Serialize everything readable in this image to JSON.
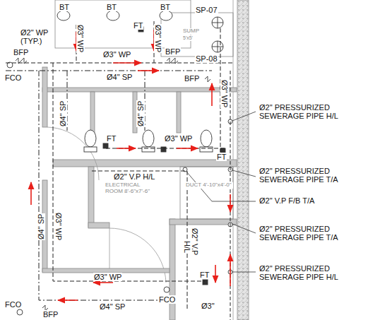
{
  "diagram": {
    "labels": [
      "BT",
      "BT",
      "FT",
      "BT",
      "Ø2\" WP (TYP.)",
      "Ø3\" WP",
      "Ø3\" WP",
      "SP-07",
      "SP-08",
      "SUMP",
      "5'x5'",
      "BFP",
      "FCO",
      "Ø3\" WP",
      "BFP",
      "Ø4\" SP",
      "BFP",
      "Ø4\" SP",
      "Ø4\" SP",
      "Ø3\" WP",
      "FT",
      "Ø3\" WP",
      "FT",
      "Ø2\" PRESSURIZED SEWERAGE PIPE H/L",
      "Ø2\" V.P H/L",
      "Ø2\" PRESSURIZED SEWERAGE PIPE T/A",
      "Ø2\" V.P F/B T/A",
      "ELECTRICAL ROOM 8'-6\"x7'-6\"",
      "DUCT 4'-10\"x4'-0\"",
      "Ø3\" WP",
      "Ø4\" SP",
      "Ø2\" PRESSURIZED SEWERAGE PIPE T/A",
      "Ø2\" V.P",
      "H/L",
      "Ø2\" PRESSURIZED SEWERAGE PIPE H/L",
      "FT",
      "Ø3\" WP",
      "Ø4\" SP",
      "FCO",
      "Ø3\"",
      "FCO",
      "BFP"
    ]
  }
}
